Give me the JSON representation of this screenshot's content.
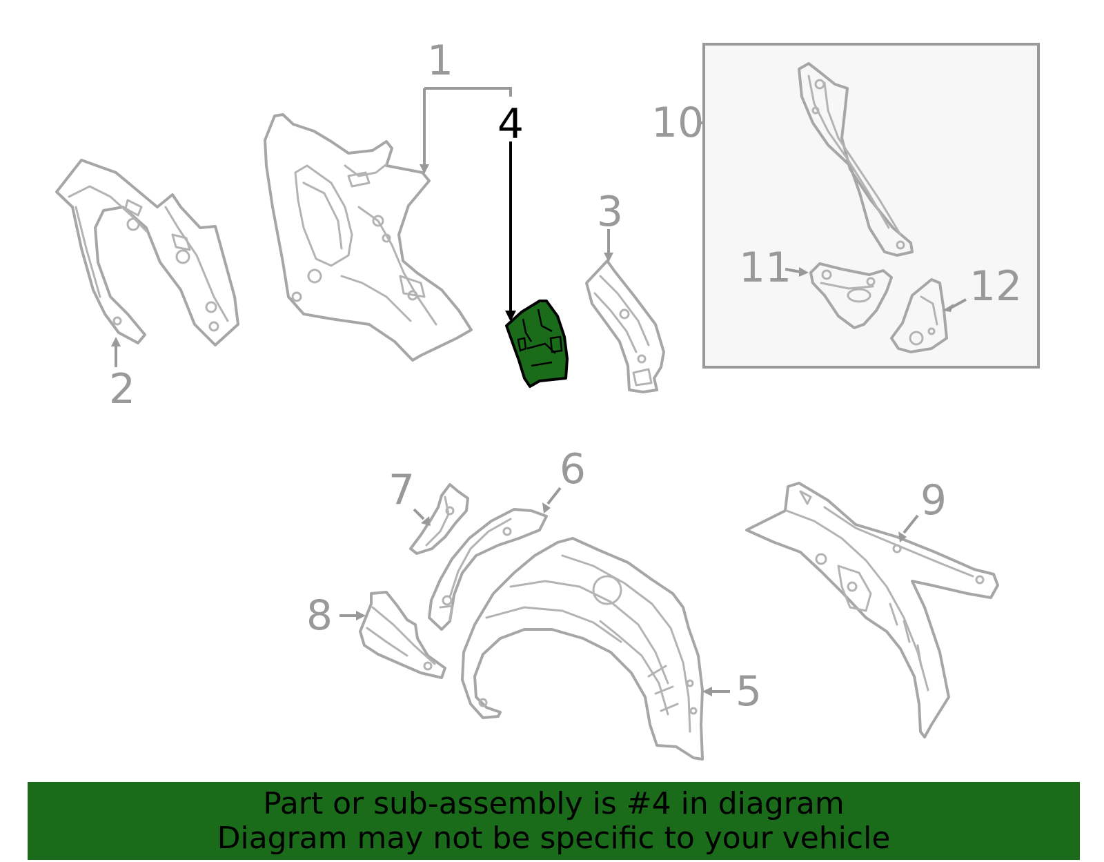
{
  "colors": {
    "highlight_part": "#1a6b1a",
    "banner_background": "#1a6b1a",
    "part_outline": "#a6a6a6",
    "callout_gray": "#999999",
    "callout_highlight": "#000000",
    "inset_background": "#f7f7f7"
  },
  "highlighted_callout": "4",
  "callouts": {
    "c1": "1",
    "c2": "2",
    "c3": "3",
    "c4": "4",
    "c5": "5",
    "c6": "6",
    "c7": "7",
    "c8": "8",
    "c9": "9",
    "c10": "10",
    "c11": "11",
    "c12": "12"
  },
  "banner": {
    "line1": "Part or sub-assembly is #4 in diagram",
    "line2": "Diagram may not be specific to your vehicle"
  }
}
